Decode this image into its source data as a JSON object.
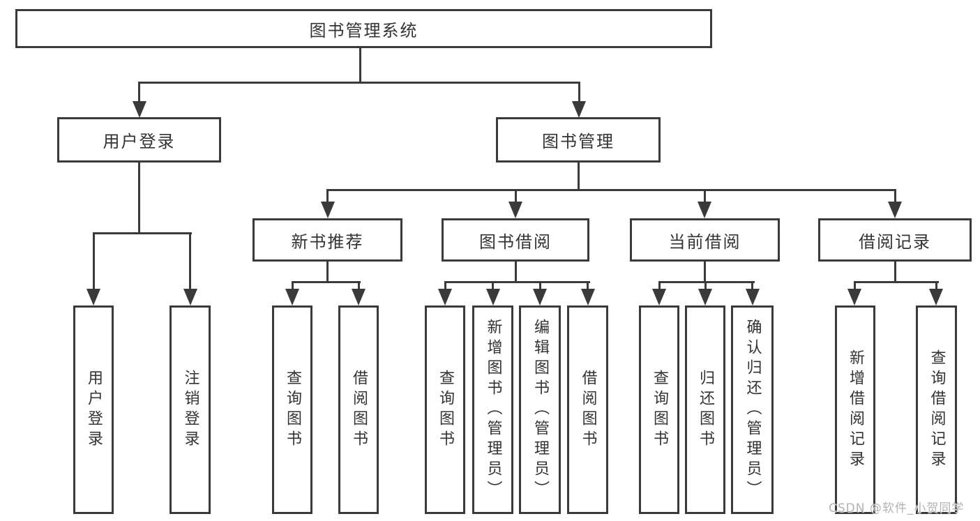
{
  "colors": {
    "line": "#3a3a3a",
    "box_border": "#3a3a3a",
    "text": "#333333",
    "watermark": "#b3b3b3",
    "background": "#ffffff"
  },
  "watermark": "CSDN @软件_小贺同学",
  "tree": {
    "root": {
      "label": "图书管理系统"
    },
    "branches": [
      {
        "label": "用户登录",
        "children": [
          "用户登录",
          "注销登录"
        ]
      },
      {
        "label": "图书管理"
      }
    ],
    "modules": [
      {
        "label": "新书推荐",
        "children": [
          "查询图书",
          "借阅图书"
        ]
      },
      {
        "label": "图书借阅",
        "children": [
          "查询图书",
          "新增图书（管理员）",
          "编辑图书（管理员）",
          "借阅图书"
        ]
      },
      {
        "label": "当前借阅",
        "children": [
          "查询图书",
          "归还图书",
          "确认归还（管理员）"
        ]
      },
      {
        "label": "借阅记录",
        "children": [
          "新增借阅记录",
          "查询借阅记录"
        ]
      }
    ]
  }
}
